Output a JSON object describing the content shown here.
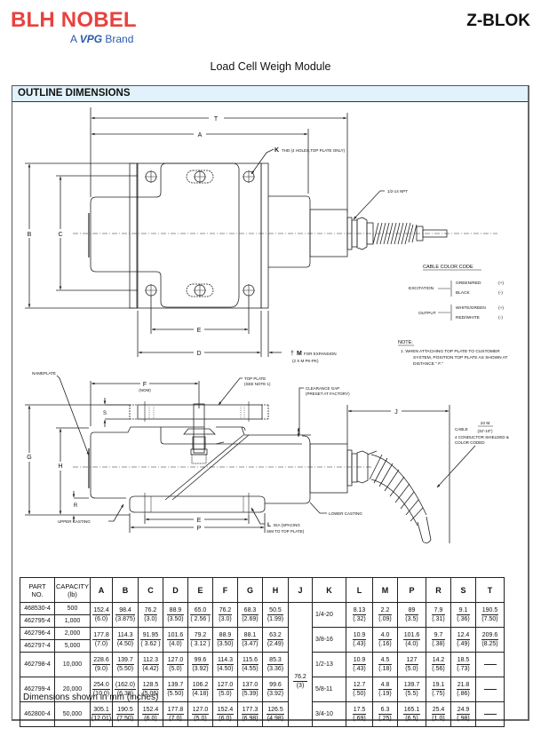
{
  "header": {
    "brand": "BLH NOBEL",
    "brand_sub_prefix": "A",
    "brand_sub_mark": "VPG",
    "brand_sub_suffix": "Brand",
    "product": "Z-BLOK",
    "title": "Load Cell Weigh Module",
    "brand_color": "#e8423f",
    "sub_color": "#2b5aa8"
  },
  "section": {
    "title": "OUTLINE DIMENSIONS",
    "header_bg": "#e1f2fc"
  },
  "drawing": {
    "labels": {
      "T": "T",
      "A": "A",
      "B": "B",
      "C": "C",
      "D": "D",
      "E": "E",
      "F": "F",
      "G": "G",
      "H": "H",
      "J": "J",
      "K": "K",
      "L": "L",
      "P": "P",
      "R": "R",
      "S": "S",
      "M": "M"
    },
    "k_note": "THD  (4 HOLES,TOP PLATE ONLY)",
    "npt_note": "1/2-14 NPT",
    "m_note_line1": "FOR  EXPANSION",
    "m_note_line2": "(2 X M PK-PK)",
    "m_dagger": "†",
    "nameplate": "NAMEPLATE",
    "f_nom": "(NOM)",
    "top_plate_1": "TOP PLATE",
    "top_plate_2": "(SEE NOTE 1)",
    "clearance_1": "CLEARANCE GAP",
    "clearance_2": "(PRESET AT FACTORY)",
    "cable_label": "CABLE",
    "cable_len_top": "10 M",
    "cable_len_bottom": "(32'-10\")",
    "cable_desc_1": "4 CONDUCTOR SHIELDED &",
    "cable_desc_2": "COLOR CODED",
    "upper_casting": "UPPER CASTING",
    "lower_casting": "LOWER CASTING",
    "l_note_1": "DIA (SPACING",
    "l_note_2": "SIM TO TOP PLATE)",
    "color_code": {
      "title": "CABLE COLOR CODE",
      "groups": [
        {
          "name": "EXCITATION",
          "wires": [
            {
              "color": "GREEN/RED",
              "sign": "(+)"
            },
            {
              "color": "BLACK",
              "sign": "(-)"
            }
          ]
        },
        {
          "name": "OUTPUT",
          "wires": [
            {
              "color": "WHITE/GREEN",
              "sign": "(+)"
            },
            {
              "color": "RED/WHITE",
              "sign": "(-)"
            }
          ]
        }
      ]
    },
    "note": {
      "title": "NOTE:",
      "line1": "1. WHEN ATTACHING TOP PLATE TO CUSTOMER",
      "line2": "SYSTEM, POSITION TOP PLATE AS SHOWN AT",
      "line3": "DISTANCE    \" F.\""
    }
  },
  "table": {
    "headers": [
      "PART NO.",
      "CAPACITY (lb)",
      "A",
      "B",
      "C",
      "D",
      "E",
      "F",
      "G",
      "H",
      "J",
      "K",
      "L",
      "M",
      "P",
      "R",
      "S",
      "T"
    ],
    "header_part_1": "PART",
    "header_part_2": "NO.",
    "header_cap_1": "CAPACITY",
    "header_cap_2": "(lb)",
    "parts": [
      {
        "part": "468530-4",
        "capacity": "500"
      },
      {
        "part": "462795-4",
        "capacity": "1,000"
      },
      {
        "part": "462796-4",
        "capacity": "2,000"
      },
      {
        "part": "462797-4",
        "capacity": "5,000"
      },
      {
        "part": "462798-4",
        "capacity": "10,000"
      },
      {
        "part": "462799-4",
        "capacity": "20,000"
      },
      {
        "part": "462800-4",
        "capacity": "50,000"
      }
    ],
    "groups": [
      {
        "A": [
          "152.4",
          "(6.0)"
        ],
        "B": [
          "98.4",
          "(3.875)"
        ],
        "C": [
          "76.2",
          "(3.0)"
        ],
        "D": [
          "88.9",
          "(3.50)"
        ],
        "E": [
          "65.0",
          "( 2.56 )"
        ],
        "F": [
          "76.2",
          "(3.0)"
        ],
        "G": [
          "68.3",
          "(2.69)"
        ],
        "H": [
          "50.5",
          "(1.99)"
        ],
        "K": "1/4-20",
        "L": [
          "8.13",
          "(.32)"
        ],
        "M": [
          "2.2",
          "(.09)"
        ],
        "P": [
          "89",
          "(3.5)"
        ],
        "R": [
          "7.9",
          "(.31)"
        ],
        "S": [
          "9.1",
          "(.36)"
        ],
        "T": [
          "190.5",
          "(7.50)"
        ]
      },
      {
        "A": [
          "177.8",
          "(7.0)"
        ],
        "B": [
          "114.3",
          "(4.50)"
        ],
        "C": [
          "91.95",
          "( 3.62 )"
        ],
        "D": [
          "101.6",
          "(4.0)"
        ],
        "E": [
          "79.2",
          "( 3.12 )"
        ],
        "F": [
          "88.9",
          "(3.50)"
        ],
        "G": [
          "88.1",
          "(3.47)"
        ],
        "H": [
          "63.2",
          "(2.49)"
        ],
        "K": "3/8-16",
        "L": [
          "10.9",
          "(.43)"
        ],
        "M": [
          "4.0",
          "(.16)"
        ],
        "P": [
          "101.6",
          "(4.0)"
        ],
        "R": [
          "9.7",
          "(.38)"
        ],
        "S": [
          "12.4",
          "(.49)"
        ],
        "T": [
          "209.6",
          "(8.25)"
        ]
      },
      {
        "A": [
          "228.6",
          "(9.0)"
        ],
        "B": [
          "139.7",
          "(5.50)"
        ],
        "C": [
          "112.3",
          "(4.42)"
        ],
        "D": [
          "127.0",
          "(5.0)"
        ],
        "E": [
          "99.6",
          "(3.92)"
        ],
        "F": [
          "114.3",
          "(4.50)"
        ],
        "G": [
          "115.6",
          "(4.55)"
        ],
        "H": [
          "85.3",
          "(3.36)"
        ],
        "K": "1/2-13",
        "L": [
          "10.9",
          "(.43)"
        ],
        "M": [
          "4.5",
          "(.18)"
        ],
        "P": [
          "127",
          "(5.0)"
        ],
        "R": [
          "14.2",
          "(.56)"
        ],
        "S": [
          "18.5",
          "(.73)"
        ],
        "T": "—"
      },
      {
        "A": [
          "254.0",
          "(10.0)"
        ],
        "B": [
          "(162.0)",
          "(6.38)"
        ],
        "C": [
          "128.5",
          "(5.06)"
        ],
        "D": [
          "139.7",
          "(5.50)"
        ],
        "E": [
          "106.2",
          "(4.18)"
        ],
        "F": [
          "127.0",
          "(5.0)"
        ],
        "G": [
          "137.0",
          "(5.39)"
        ],
        "H": [
          "99.6",
          "(3.92)"
        ],
        "K": "5/8-11",
        "L": [
          "12.7",
          "(.50)"
        ],
        "M": [
          "4.8",
          "(.19)"
        ],
        "P": [
          "139.7",
          "(5.5)"
        ],
        "R": [
          "19.1",
          "(.75)"
        ],
        "S": [
          "21.8",
          "(.86)"
        ],
        "T": "—"
      },
      {
        "A": [
          "305.1",
          "(12.01)"
        ],
        "B": [
          "190.5",
          "(7.50)"
        ],
        "C": [
          "152.4",
          "(6.0)"
        ],
        "D": [
          "177.8",
          "(7.0)"
        ],
        "E": [
          "127.0",
          "(5.0)"
        ],
        "F": [
          "152.4",
          "(6.0)"
        ],
        "G": [
          "177.3",
          "(6.98)"
        ],
        "H": [
          "126.5",
          "(4.98)"
        ],
        "K": "3/4-10",
        "L": [
          "17.5",
          "(.69)"
        ],
        "M": [
          "6.3",
          "(.25)"
        ],
        "P": [
          "165.1",
          "(6.5)"
        ],
        "R": [
          "25.4",
          "(1.0)"
        ],
        "S": [
          "24.9",
          "(.98)"
        ],
        "T": "—"
      }
    ],
    "J": [
      "76.2",
      "(3)"
    ]
  },
  "footer": {
    "note": "Dimensions shown in mm (inches)"
  }
}
